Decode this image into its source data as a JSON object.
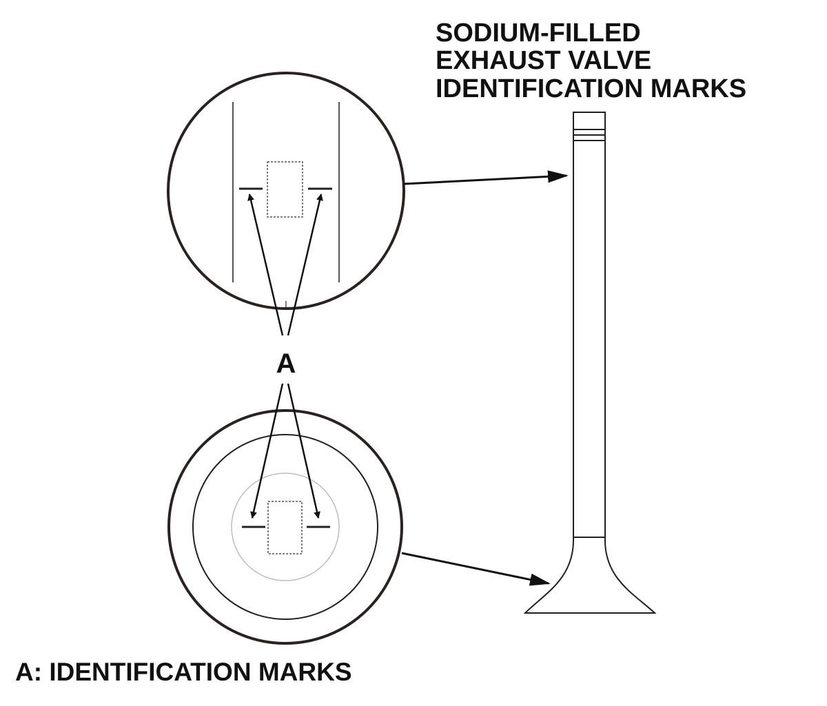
{
  "title": {
    "lines": [
      "SODIUM-FILLED",
      "EXHAUST VALVE",
      "IDENTIFICATION MARKS"
    ]
  },
  "callout_label": "A",
  "legend": "A: IDENTIFICATION MARKS",
  "colors": {
    "outline": "#2b2220",
    "stroke": "#231f20",
    "text": "#111111",
    "faint": "#bdbdbd"
  }
}
